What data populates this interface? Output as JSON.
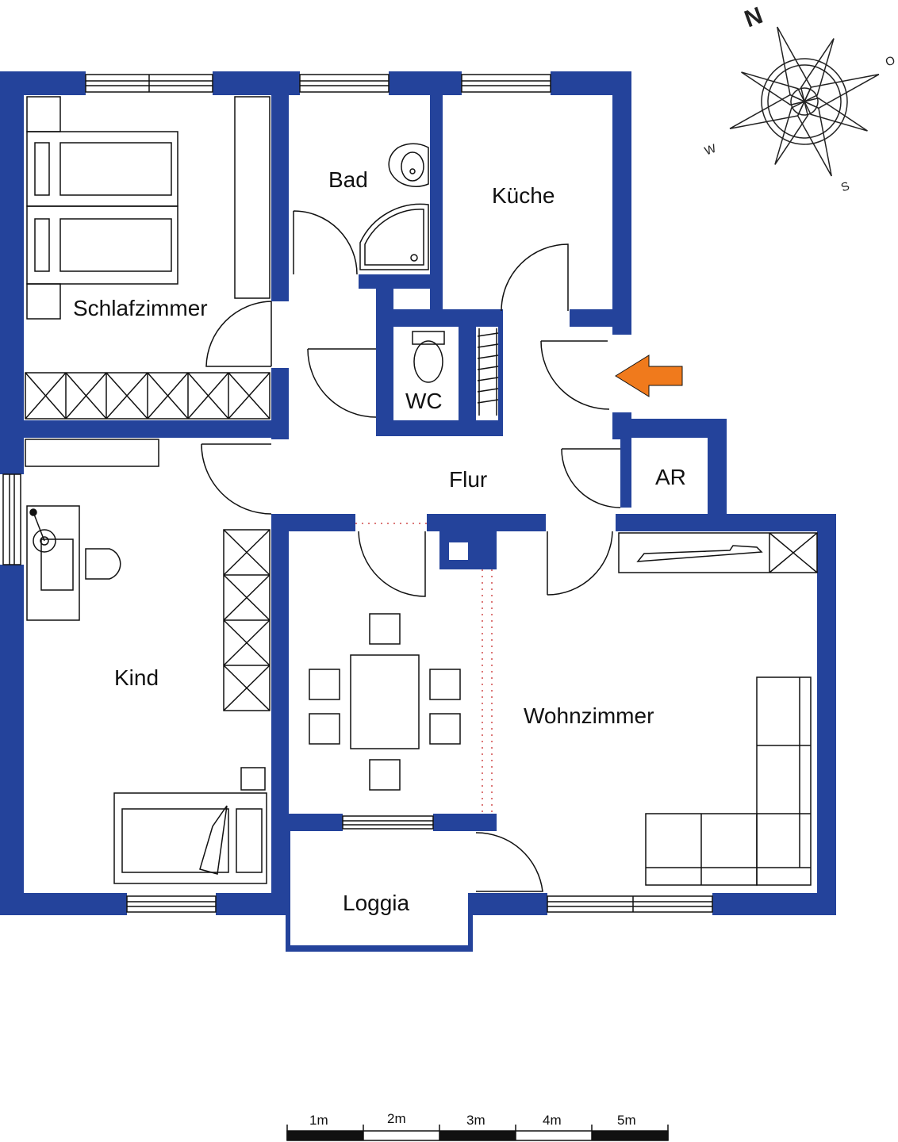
{
  "colors": {
    "wall": "#24439b",
    "line": "#111111",
    "arrow": "#f07a1c",
    "background": "#ffffff"
  },
  "compass": {
    "north": "N",
    "east": "O",
    "south": "S",
    "west": "W"
  },
  "rooms": {
    "schlafzimmer": "Schlafzimmer",
    "bad": "Bad",
    "kueche": "Küche",
    "wc": "WC",
    "flur": "Flur",
    "ar": "AR",
    "kind": "Kind",
    "wohnzimmer": "Wohnzimmer",
    "loggia": "Loggia"
  },
  "entrance": {
    "icon": "entrance-arrow-icon"
  },
  "scale_bar": {
    "labels": [
      "1m",
      "2m",
      "3m",
      "4m",
      "5m"
    ]
  }
}
